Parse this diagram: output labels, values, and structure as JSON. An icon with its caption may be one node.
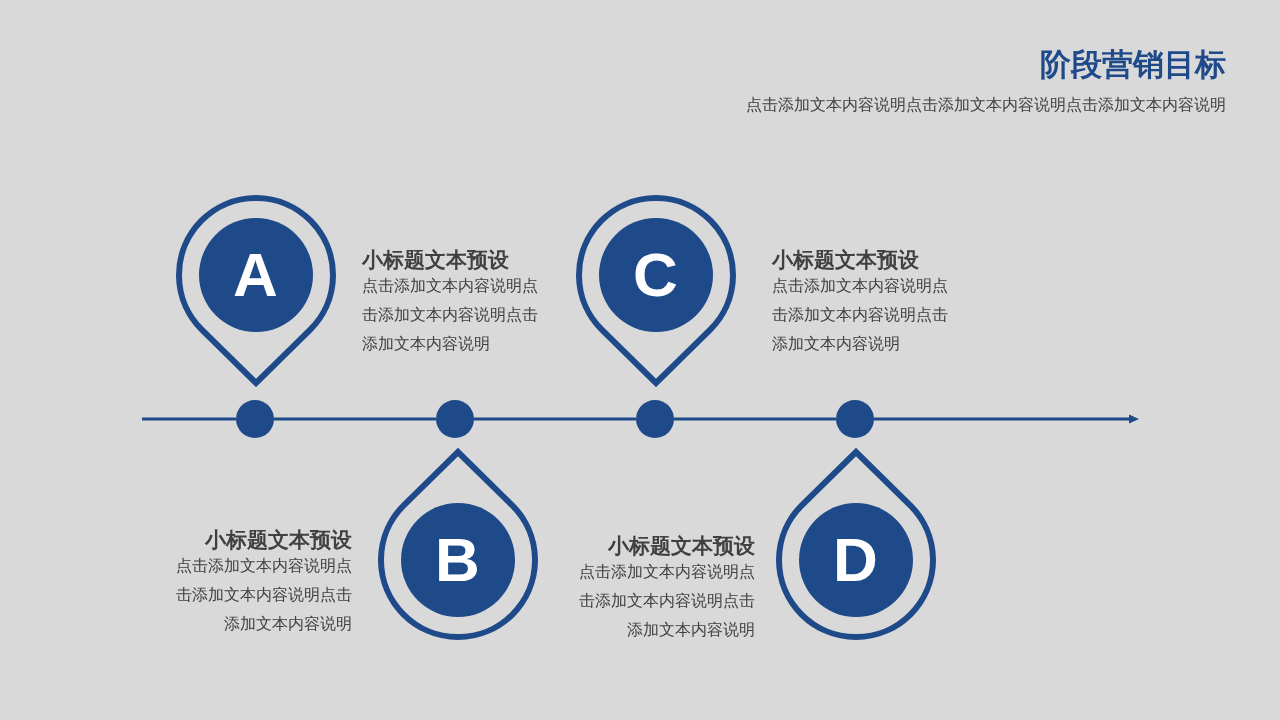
{
  "diagram": {
    "title": "阶段营销目标",
    "nodes": [
      {
        "text": [
          "A"
        ],
        "beside": [
          "小标题文本预设",
          "点击添加文本内容说明点击添加文本内容说明点击添加文本内容说明"
        ]
      },
      {
        "text": [
          "B"
        ],
        "beside": [
          "小标题文本预设",
          "点击添加文本内容说明点击添加文本内容说明点击添加文本内容说明"
        ]
      },
      {
        "text": [
          "C"
        ],
        "beside": [
          "小标题文本预设",
          "点击添加文本内容说明点击添加文本内容说明点击添加文本内容说明"
        ]
      },
      {
        "text": [
          "D"
        ],
        "beside": [
          "小标题文本预设",
          "点击添加文本内容说明点击添加文本内容说明点击添加文本内容说明"
        ]
      },
      {
        "text": [],
        "shape": "circle"
      },
      {
        "text": [],
        "shape": "circle"
      },
      {
        "text": [],
        "shape": "circle"
      },
      {
        "text": [],
        "shape": "circle"
      }
    ],
    "edges": [
      {
        "from": null,
        "to": 4,
        "arrow": "none"
      },
      {
        "from": 4,
        "to": 5,
        "arrow": "none"
      },
      {
        "from": 5,
        "to": 6,
        "arrow": "none"
      },
      {
        "from": 6,
        "to": 7,
        "arrow": "none"
      },
      {
        "from": 7,
        "to": null,
        "arrow": "to"
      }
    ],
    "labels": [
      "点击添加文本内容说明点击添加文本内容说明点击添加文本内容说明"
    ]
  }
}
